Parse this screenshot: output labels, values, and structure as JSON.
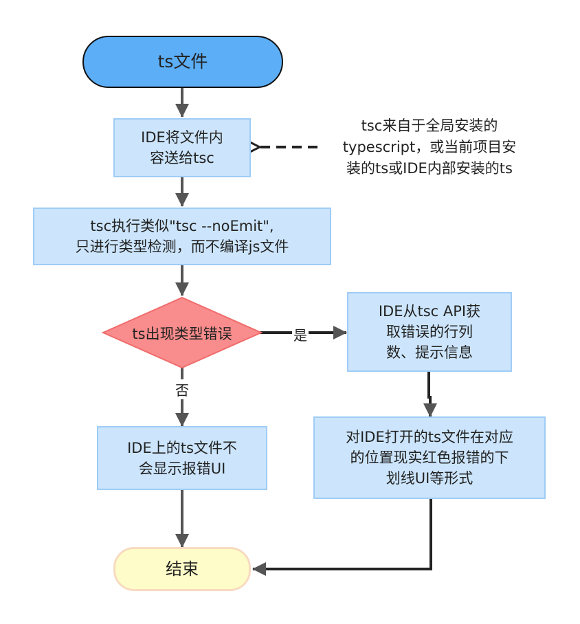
{
  "nodes": {
    "start": "ts文件",
    "send": "IDE将文件内\n容送给tsc",
    "check": "tsc执行类似\"tsc --noEmit\",\n只进行类型检测，而不编译js文件",
    "decision": "ts出现类型错误",
    "get_errors": "IDE从tsc API获\n取错误的行列\n数、提示信息",
    "no_error": "IDE上的ts文件不\n会显示报错UI",
    "show_error": "对IDE打开的ts文件在对应\n的位置现实红色报错的下\n划线UI等形式",
    "end": "结束"
  },
  "note": "tsc来自于全局安装的\ntypescript，或当前项目安\n装的ts或IDE内部安装的ts",
  "edge_labels": {
    "yes": "是",
    "no": "否"
  },
  "colors": {
    "start_fill": "#5caef7",
    "box_fill": "#cce5fc",
    "box_border": "#9fccf5",
    "decision_fill": "#f98c8c",
    "decision_border": "#f06c6c",
    "end_fill": "#fefcc8",
    "end_border": "#f7dbc0",
    "edge": "#555555"
  }
}
